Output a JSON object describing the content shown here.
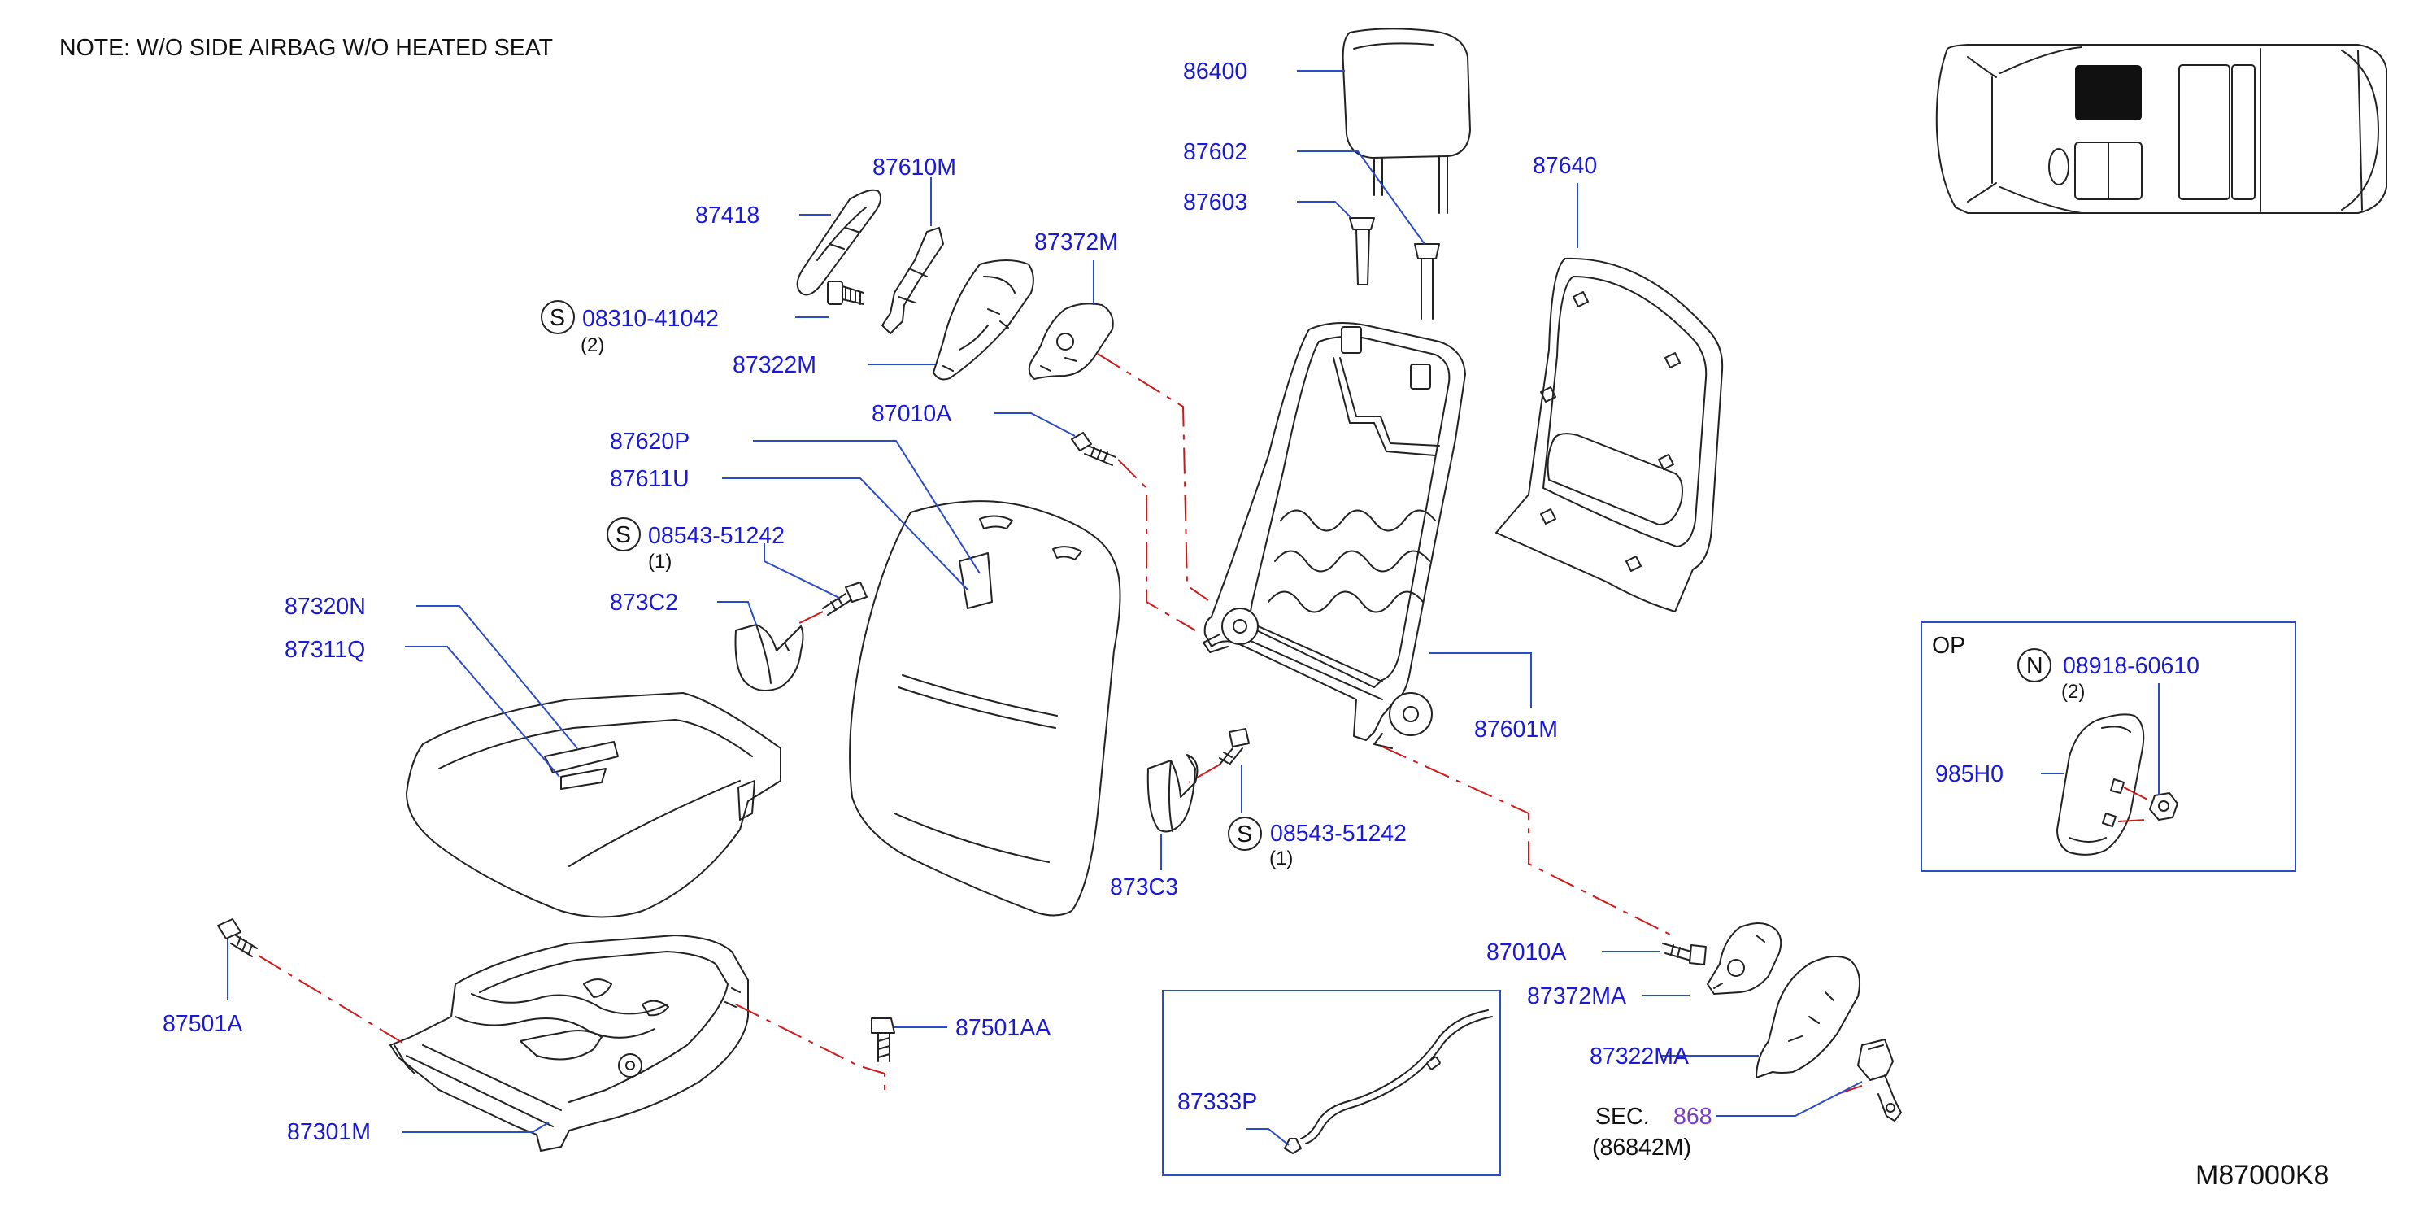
{
  "note": "NOTE:   W/O   SIDE   AIRBAG   W/O   HEATED   SEAT",
  "diagram_code": "M87000K8",
  "symbol_s": "S",
  "symbol_n": "N",
  "parts": {
    "headrest": "86400",
    "guide_87602": "87602",
    "guide_87603": "87603",
    "back_board": "87640",
    "cover_87610m": "87610M",
    "knob_87418": "87418",
    "screw_08310": "08310-41042",
    "screw_08310_qty": "(2)",
    "finisher_87372m": "87372M",
    "finisher_87322m": "87322M",
    "bolt_87010a_top": "87010A",
    "pad_87620p": "87620P",
    "trim_87611u": "87611U",
    "screw_08543_a": "08543-51242",
    "screw_08543_a_qty": "(1)",
    "cover_873c2": "873C2",
    "trim_87320n": "87320N",
    "pad_87311q": "87311Q",
    "frame_87601m": "87601M",
    "screw_08543_b": "08543-51242",
    "screw_08543_b_qty": "(1)",
    "cover_873c3": "873C3",
    "bolt_87501a": "87501A",
    "bolt_87501aa": "87501AA",
    "frame_87301m": "87301M",
    "bolt_87010a_bot": "87010A",
    "finisher_87372ma": "87372MA",
    "finisher_87322ma": "87322MA",
    "sec_label": "SEC.",
    "sec_number": "868",
    "sec_ref": "(86842M)",
    "cable_87333p": "87333P"
  },
  "option_box": {
    "title": "OP",
    "nut": "08918-60610",
    "nut_qty": "(2)",
    "part": "985H0"
  }
}
